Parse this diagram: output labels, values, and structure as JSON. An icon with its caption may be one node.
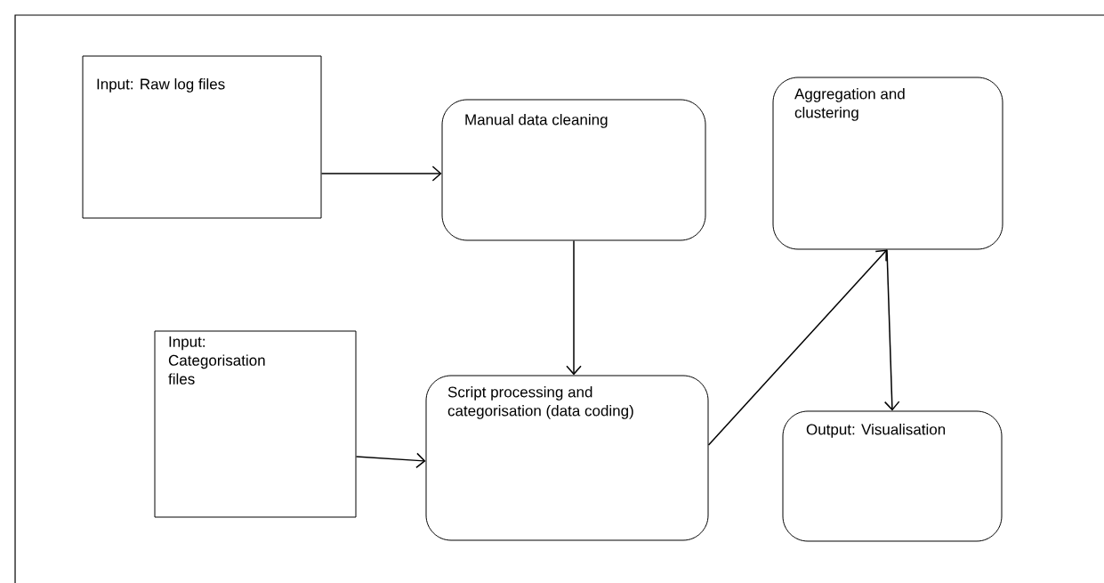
{
  "diagram": {
    "nodes": [
      {
        "text": [
          "Input: Raw log files"
        ]
      },
      {
        "text": [
          "Manual data cleaning"
        ]
      },
      {
        "text": [
          "Aggregation and clustering"
        ]
      },
      {
        "text": [
          "Input: Categorisation files"
        ]
      },
      {
        "text": [
          "Script processing and categorisation (data coding)"
        ]
      },
      {
        "text": [
          "Output: Visualisation"
        ]
      }
    ],
    "edges": [
      {
        "from": 0,
        "to": 1,
        "arrow": "to"
      },
      {
        "from": 1,
        "to": 4,
        "arrow": "to"
      },
      {
        "from": 3,
        "to": 4,
        "arrow": "to"
      },
      {
        "from": 4,
        "to": 2,
        "arrow": "to"
      },
      {
        "from": 2,
        "to": 5,
        "arrow": "to"
      }
    ]
  }
}
